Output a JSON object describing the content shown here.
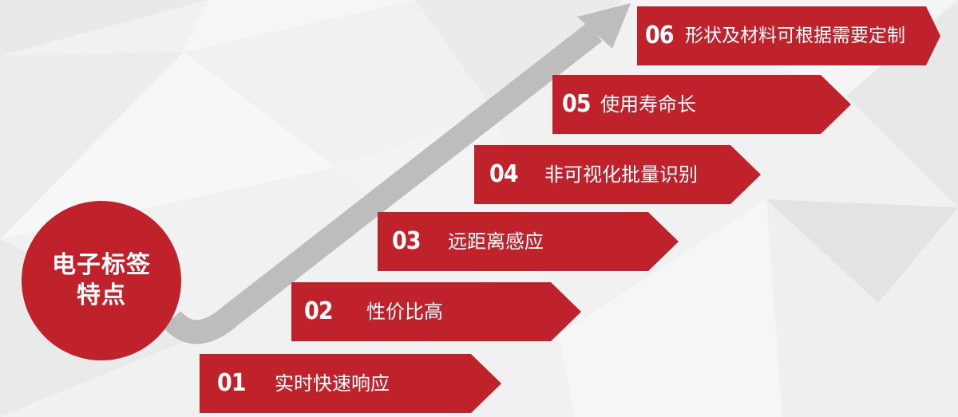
{
  "colors": {
    "background": "#f2f2f2",
    "accent_red": "#c0222c",
    "arrow_gray": "#bdbdbd",
    "text_light": "#ffffff"
  },
  "center": {
    "line1": "电子标签",
    "line2": "特点"
  },
  "steps": [
    {
      "num": "01",
      "text": "实时快速响应"
    },
    {
      "num": "02",
      "text": "性价比高"
    },
    {
      "num": "03",
      "text": "远距离感应"
    },
    {
      "num": "04",
      "text": "非可视化批量识别"
    },
    {
      "num": "05",
      "text": "使用寿命长"
    },
    {
      "num": "06",
      "text": "形状及材料可根据需要定制"
    }
  ]
}
